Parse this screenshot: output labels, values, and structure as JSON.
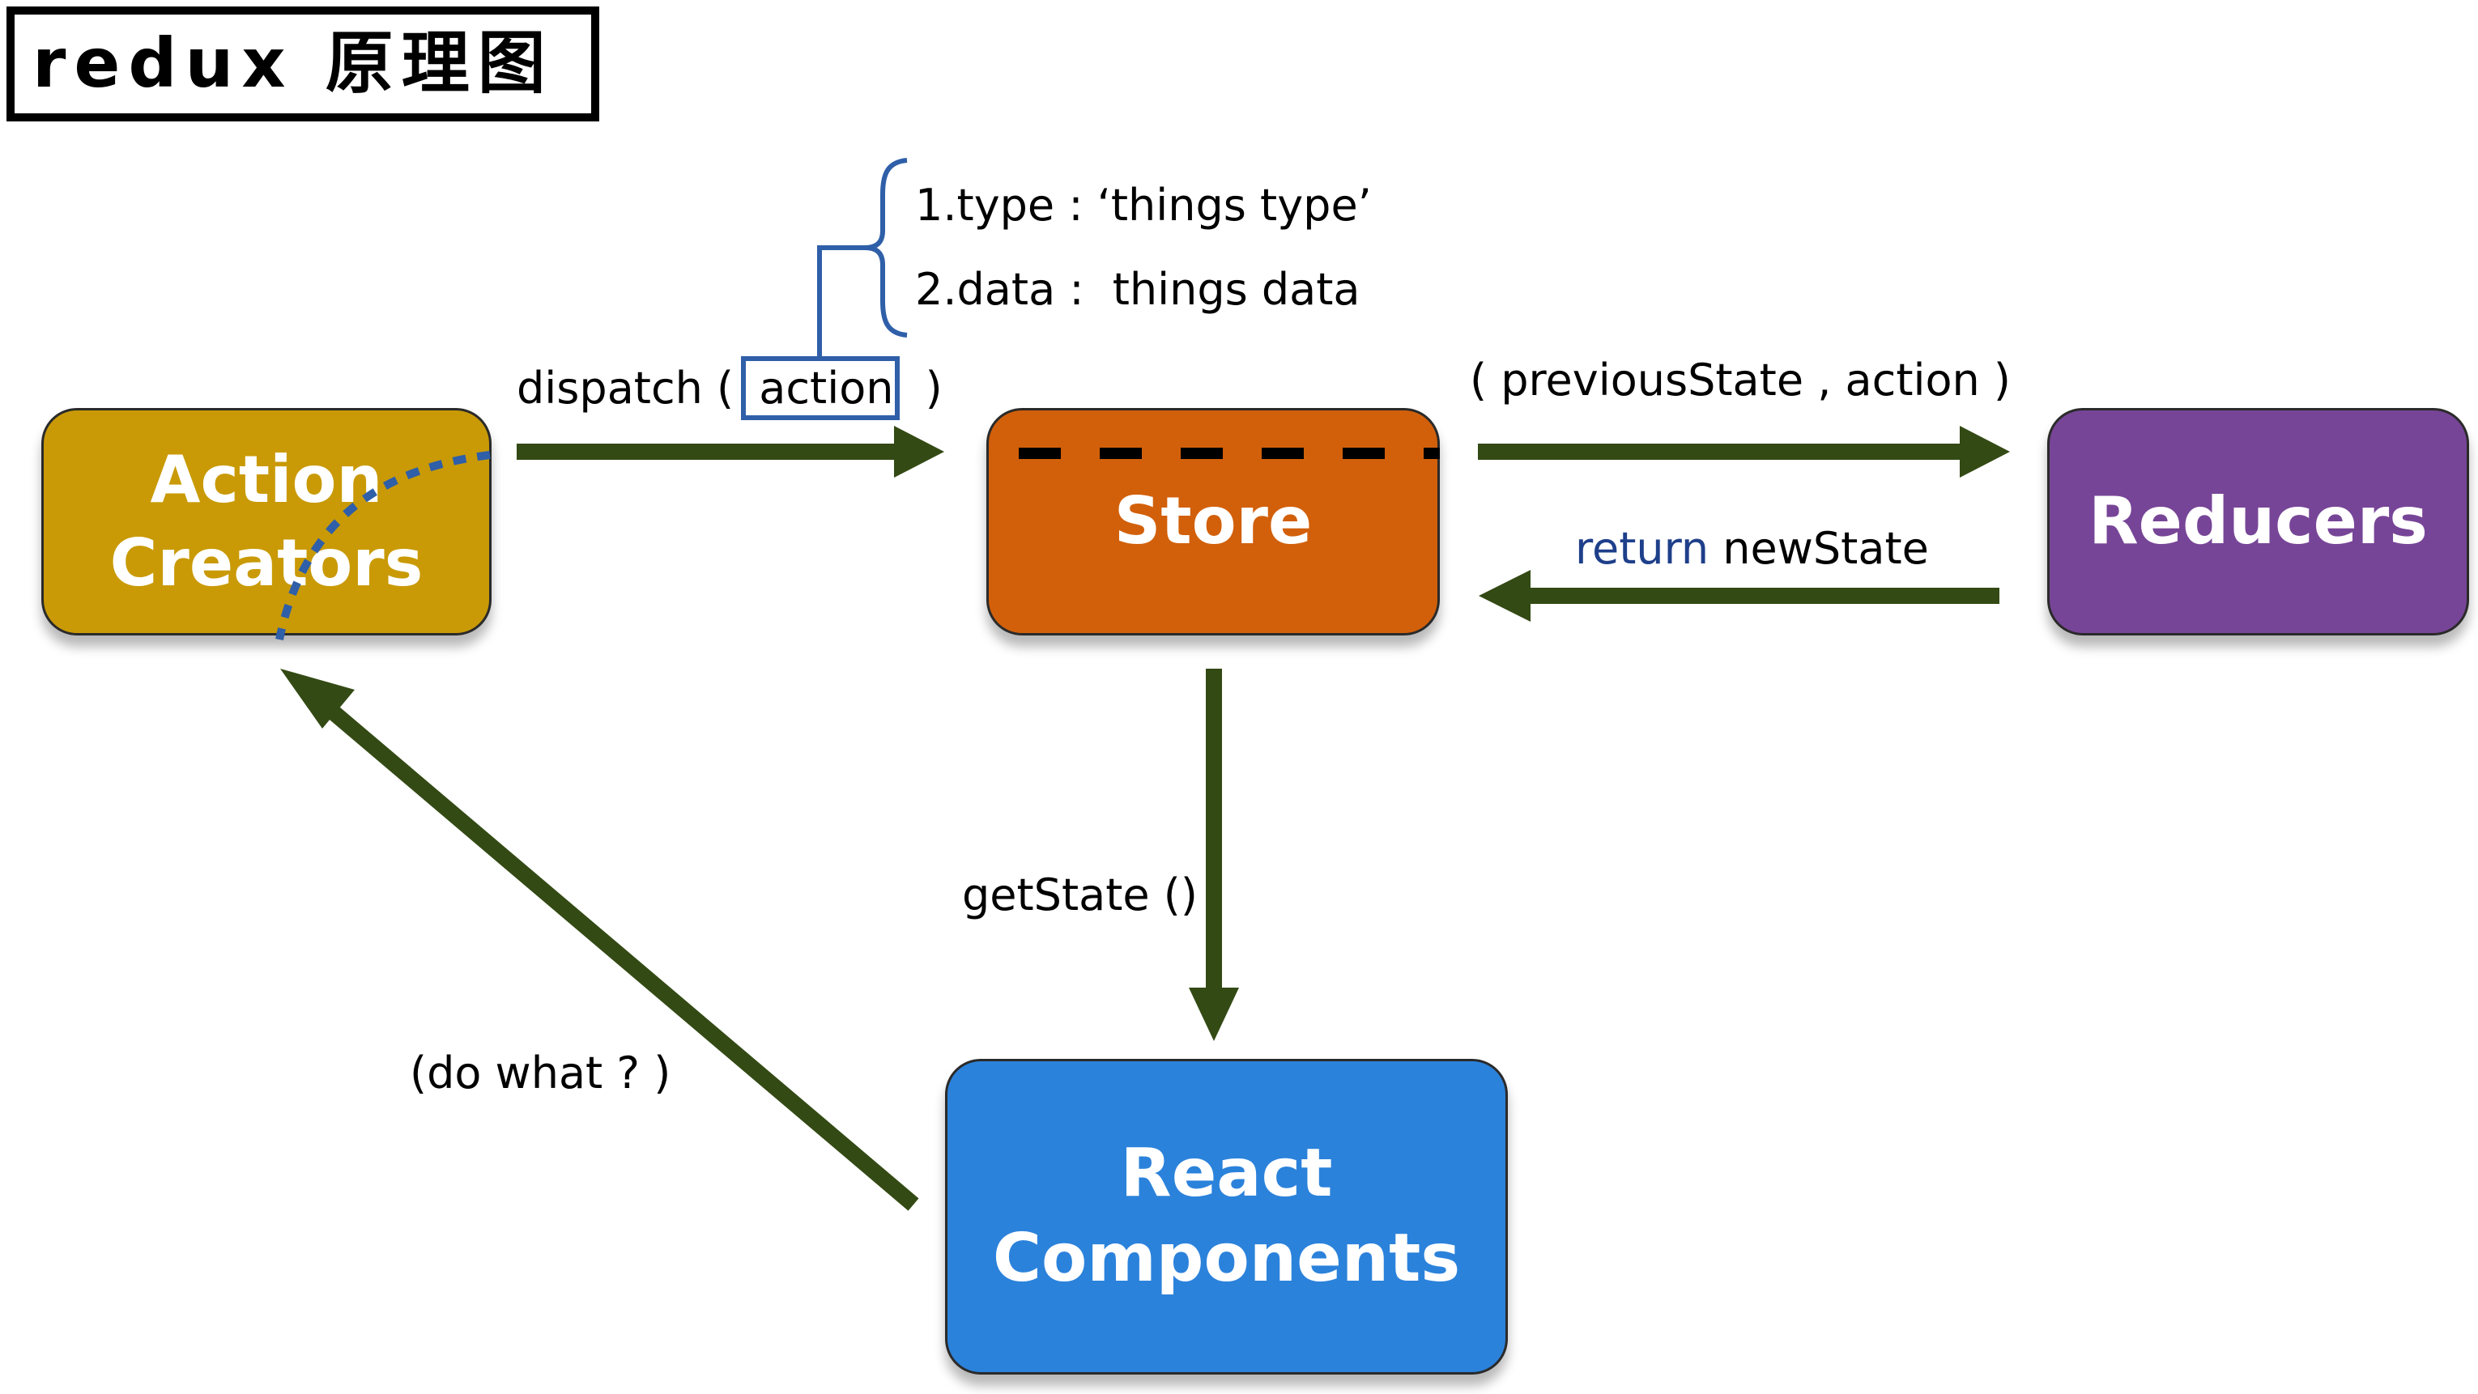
{
  "title": "redux 原理图",
  "colors": {
    "action_creators": "#c99a06",
    "store": "#d2600a",
    "reducers": "#774597",
    "react_components": "#2b82db",
    "arrow": "#334a14",
    "annotation_blue": "#2f5fa8",
    "return_blue": "#1e3f8a"
  },
  "nodes": {
    "action_creators": {
      "line1": "Action",
      "line2": "Creators"
    },
    "store": {
      "label": "Store"
    },
    "reducers": {
      "label": "Reducers"
    },
    "react_components": {
      "line1": "React",
      "line2": "Components"
    }
  },
  "edges": {
    "dispatch": {
      "prefix": "dispatch (",
      "arg": "action",
      "suffix": ")"
    },
    "to_reducers": {
      "label": "( previousState , action )"
    },
    "from_reducers": {
      "keyword": "return",
      "value": "newState"
    },
    "get_state": {
      "label": "getState ()"
    },
    "do_what": {
      "label": "(do what ? )"
    }
  },
  "action_fields": [
    {
      "label": "1.type :",
      "value": "‘things type’"
    },
    {
      "label": "2.data :",
      "value": "things data"
    }
  ]
}
